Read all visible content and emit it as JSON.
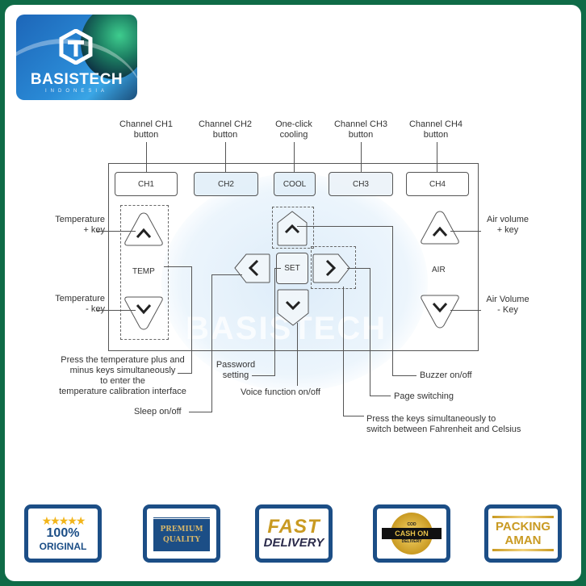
{
  "logo": {
    "brand": "BASISTECH",
    "sub": "INDONESIA",
    "icon": "hexagon-t-logo-icon"
  },
  "watermark": {
    "text": "BASISTECH"
  },
  "top_labels": [
    {
      "id": "ch1",
      "line1": "Channel CH1",
      "line2": "button"
    },
    {
      "id": "ch2",
      "line1": "Channel CH2",
      "line2": "button"
    },
    {
      "id": "cool",
      "line1": "One-click",
      "line2": "cooling"
    },
    {
      "id": "ch3",
      "line1": "Channel CH3",
      "line2": "button"
    },
    {
      "id": "ch4",
      "line1": "Channel CH4",
      "line2": "button"
    }
  ],
  "panel_buttons": {
    "ch1": "CH1",
    "ch2": "CH2",
    "cool": "COOL",
    "ch3": "CH3",
    "ch4": "CH4"
  },
  "keys": {
    "temp_label": "TEMP",
    "air_label": "AIR",
    "set_label": "SET",
    "temp_up_icon": "chevron-up-icon",
    "temp_down_icon": "chevron-down-icon",
    "nav_up_icon": "chevron-up-icon",
    "nav_down_icon": "chevron-down-icon",
    "nav_left_icon": "chevron-left-icon",
    "nav_right_icon": "chevron-right-icon",
    "air_up_icon": "chevron-up-icon",
    "air_down_icon": "chevron-down-icon"
  },
  "side_labels": {
    "temp_plus": {
      "line1": "Temperature",
      "line2": "+ key"
    },
    "temp_minus": {
      "line1": "Temperature",
      "line2": "- key"
    },
    "air_plus": {
      "line1": "Air volume",
      "line2": "+ key"
    },
    "air_minus": {
      "line1": "Air Volume",
      "line2": "- Key"
    }
  },
  "bottom_labels": {
    "calibration": [
      "Press the temperature plus and",
      "minus keys simultaneously",
      "to enter the",
      "temperature calibration interface"
    ],
    "password": [
      "Password",
      "setting"
    ],
    "voice": "Voice function on/off",
    "sleep": "Sleep on/off",
    "buzzer": "Buzzer on/off",
    "page": "Page switching",
    "fahrenheit": [
      "Press the keys simultaneously to",
      "switch between Fahrenheit and Celsius"
    ]
  },
  "badges": [
    {
      "id": "original",
      "stars": "★★★★★",
      "line1": "100%",
      "line2": "ORIGINAL"
    },
    {
      "id": "premium",
      "line1": "PREMIUM",
      "line2": "QUALITY"
    },
    {
      "id": "fast",
      "line1": "FAST",
      "line2": "DELIVERY"
    },
    {
      "id": "cod",
      "top": "COD",
      "line1": "CASH ON",
      "line2": "DELIVERY"
    },
    {
      "id": "packing",
      "line1": "PACKING",
      "line2": "AMAN"
    }
  ],
  "colors": {
    "frame_green": "#0f6b47",
    "badge_blue": "#1c4e86",
    "gold": "#c99a22",
    "line": "#555555"
  }
}
